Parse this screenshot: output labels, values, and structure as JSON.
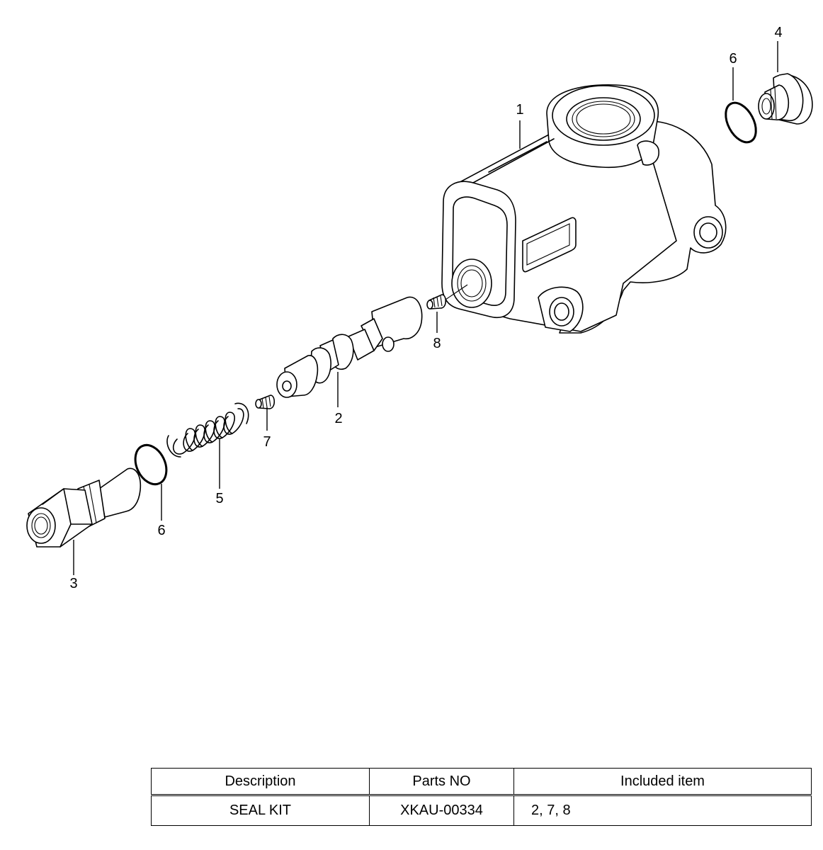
{
  "callouts": {
    "c1": "1",
    "c2": "2",
    "c3": "3",
    "c4": "4",
    "c5": "5",
    "c6a": "6",
    "c6b": "6",
    "c7": "7",
    "c8": "8"
  },
  "table": {
    "headers": {
      "description": "Description",
      "parts_no": "Parts NO",
      "included_item": "Included item"
    },
    "rows": [
      {
        "description": "SEAL KIT",
        "parts_no": "XKAU-00334",
        "included_item": "2, 7, 8"
      }
    ]
  }
}
